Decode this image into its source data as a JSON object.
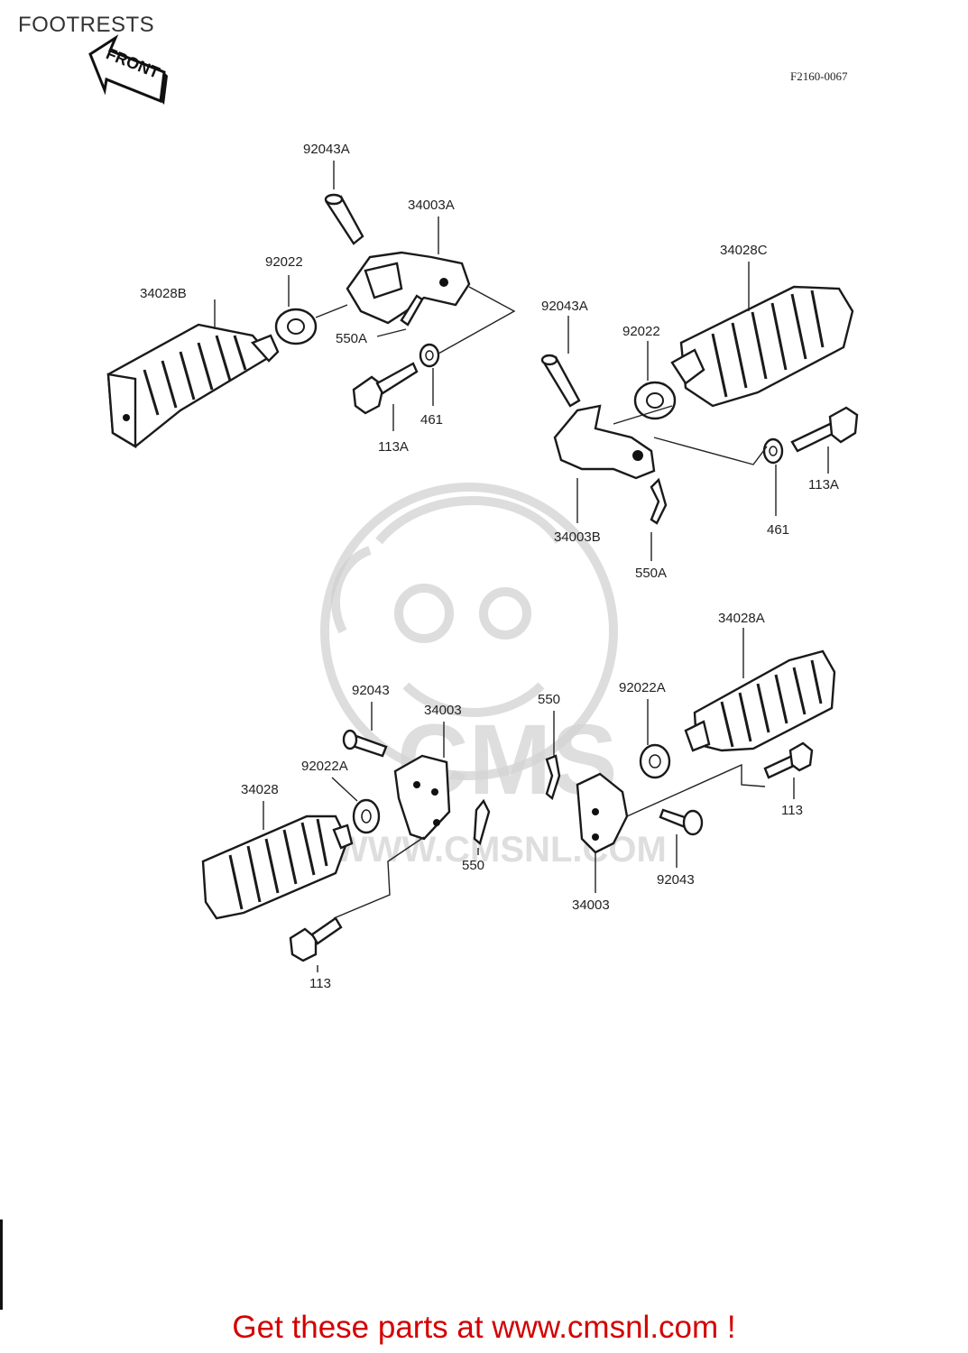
{
  "diagram": {
    "title": "FOOTRESTS",
    "figure_code": "F2160-0067",
    "front_label": "FRONT"
  },
  "watermark": {
    "text": "CMS",
    "url_text": "WWW.CMSNL.COM"
  },
  "labels": {
    "p92043A_top": "92043A",
    "p34003A": "34003A",
    "p92022_top": "92022",
    "p34028B": "34028B",
    "p550A_left": "550A",
    "p113A_left": "113A",
    "p461_left": "461",
    "p34028C": "34028C",
    "p92043A_right": "92043A",
    "p92022_right": "92022",
    "p113A_right": "113A",
    "p461_right": "461",
    "p34003B": "34003B",
    "p550A_right": "550A",
    "p34028A": "34028A",
    "p92043_left": "92043",
    "p34003_left": "34003",
    "p550_top": "550",
    "p92022A_right": "92022A",
    "p92022A_left": "92022A",
    "p34028": "34028",
    "p550_bottom": "550",
    "p113_right": "113",
    "p92043_right": "92043",
    "p34003_bottom": "34003",
    "p113_bottom": "113"
  },
  "cta": {
    "text": "Get these parts at www.cmsnl.com !"
  },
  "colors": {
    "cta": "#d40000",
    "line_art": "#1a1a1a",
    "watermark": "#cfcfcf"
  }
}
